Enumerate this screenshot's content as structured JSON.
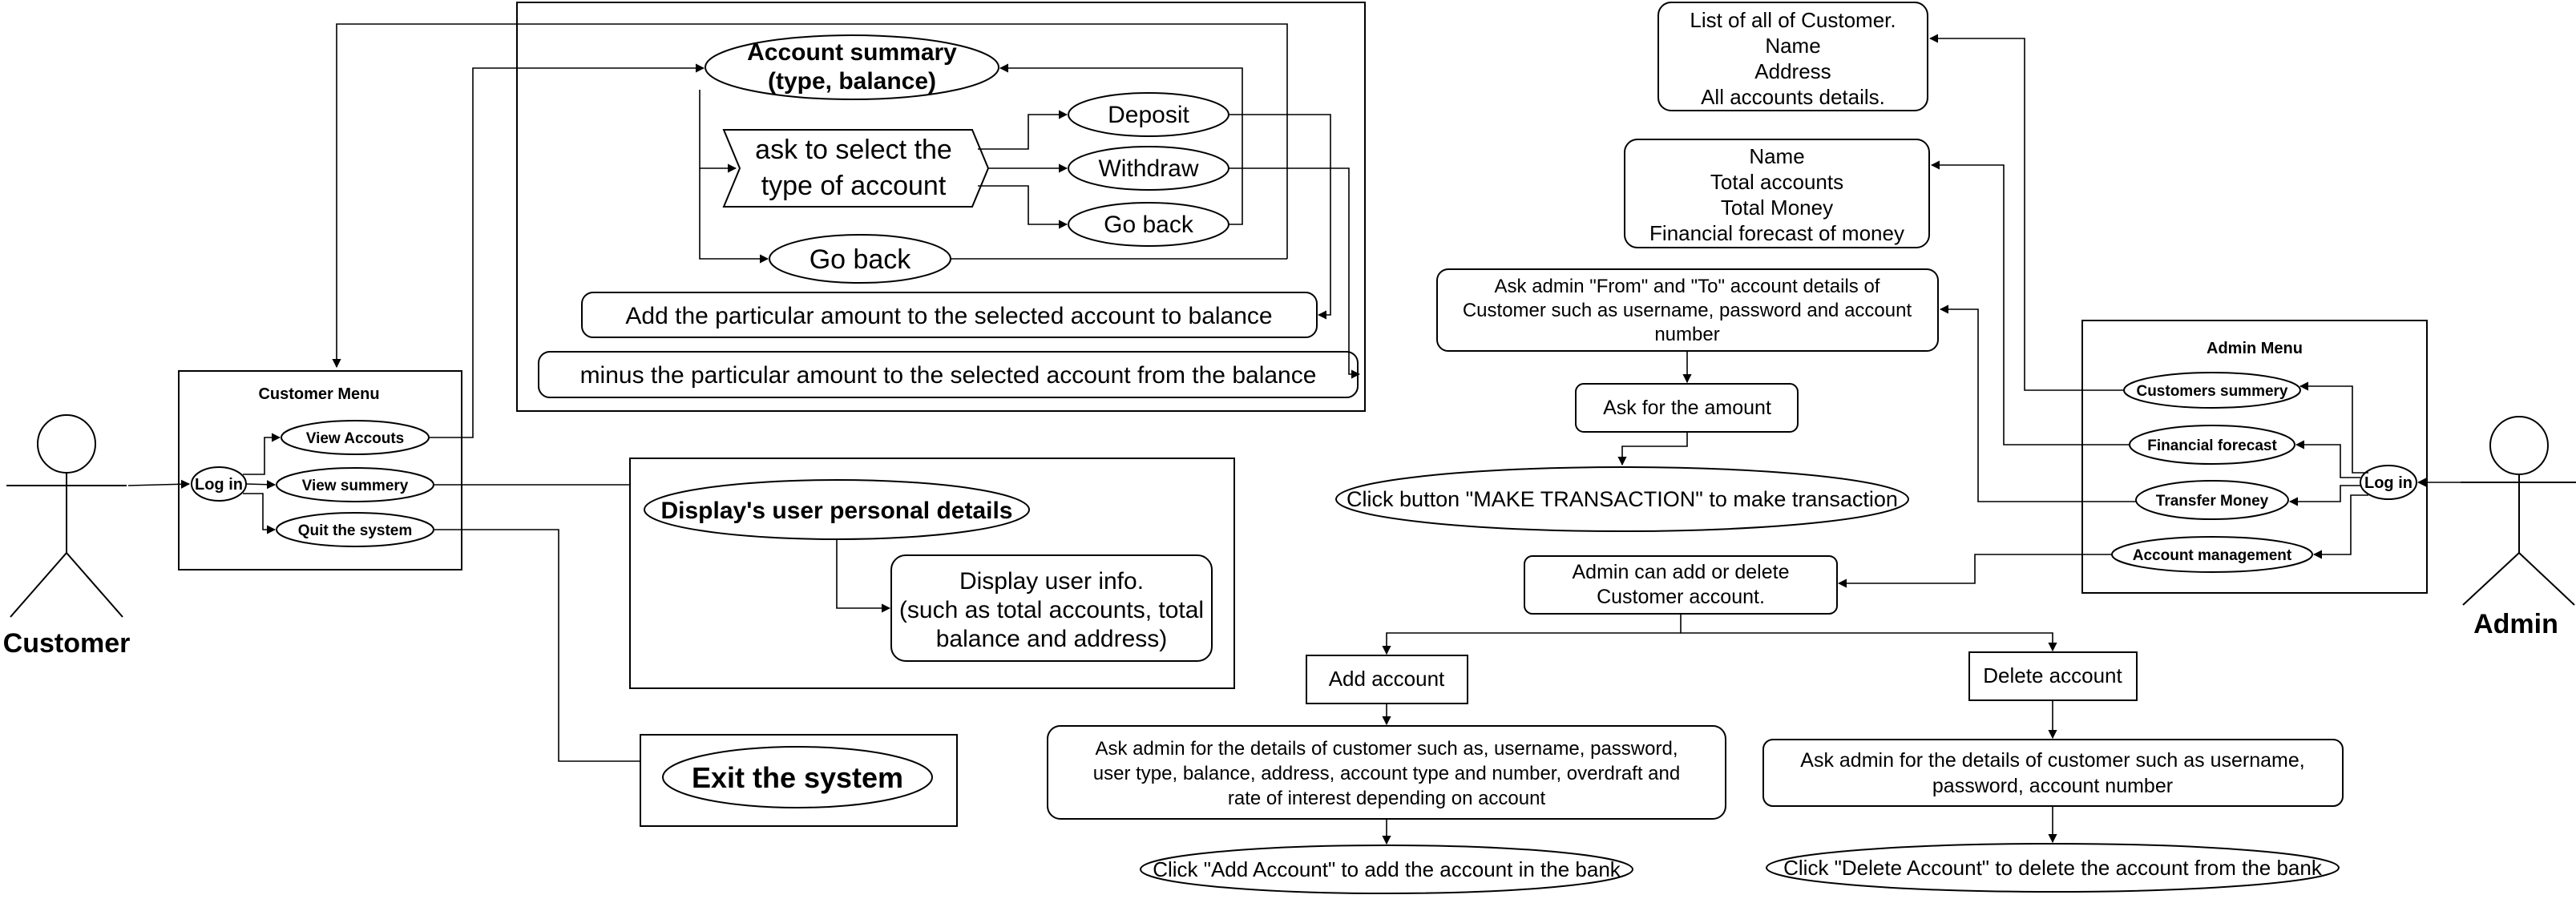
{
  "actors": {
    "customer": "Customer",
    "admin": "Admin"
  },
  "customer_menu": {
    "title": "Customer Menu",
    "login": "Log in",
    "view_accounts": "View Accouts",
    "view_summary": "View summery",
    "quit": "Quit the system"
  },
  "account_flow": {
    "summary": [
      "Account summary",
      "(type, balance)"
    ],
    "select_type": [
      "ask to select the",
      "type of account"
    ],
    "deposit": "Deposit",
    "withdraw": "Withdraw",
    "go_back_inner": "Go back",
    "go_back_outer": "Go back",
    "add_amount": "Add the particular amount to the selected account to balance",
    "minus_amount": "minus the particular amount to the selected account from the balance"
  },
  "summary_flow": {
    "display_details": "Display's user personal details",
    "display_info": [
      "Display user info.",
      "(such as total accounts, total",
      "balance and address)"
    ]
  },
  "exit_flow": {
    "exit": "Exit the system"
  },
  "admin_menu": {
    "title": "Admin Menu",
    "login": "Log in",
    "customers_summary": "Customers summery",
    "financial_forecast": "Financial forecast",
    "transfer_money": "Transfer Money",
    "account_management": "Account management"
  },
  "admin_flow": {
    "customer_list": [
      "List of all of Customer.",
      "Name",
      "Address",
      "All accounts details."
    ],
    "forecast_info": [
      "Name",
      "Total accounts",
      "Total Money",
      "Financial forecast of money"
    ],
    "transfer_ask": [
      "Ask admin \"From\" and \"To\" account details of",
      "Customer such as username, password and account",
      "number"
    ],
    "ask_amount": "Ask for the amount",
    "make_transaction": "Click button \"MAKE TRANSACTION\" to make transaction",
    "add_or_delete": [
      "Admin can add or delete",
      "Customer account."
    ],
    "add_account": "Add account",
    "delete_account": "Delete account",
    "add_details": [
      "Ask admin for the details of customer such as, username, password,",
      "user type, balance, address, account type and number, overdraft and",
      "rate of interest depending on account"
    ],
    "delete_details": [
      "Ask admin for the details of customer such as username,",
      "password, account number"
    ],
    "add_click": "Click \"Add Account\" to add the account in the bank",
    "delete_click": "Click \"Delete Account\" to delete the account from the bank"
  }
}
